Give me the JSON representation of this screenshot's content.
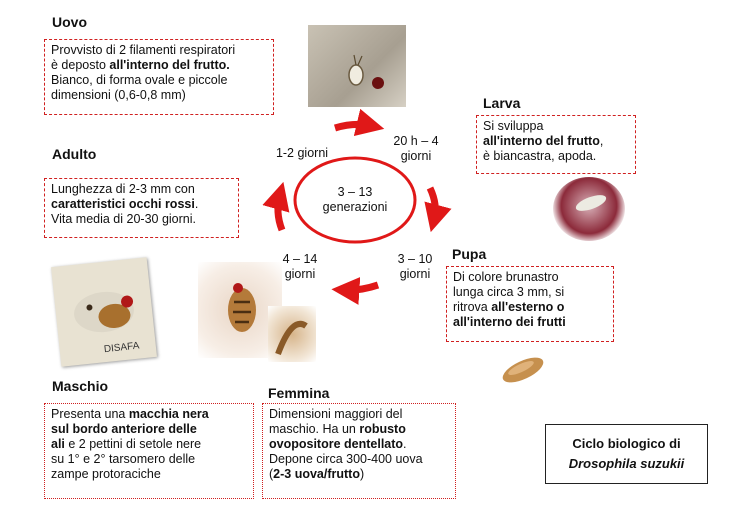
{
  "stages": {
    "egg": {
      "title": "Uovo",
      "line1": "Provvisto di 2 filamenti respiratori",
      "line2_plain": "è deposto ",
      "line2_bold": "all'interno del frutto.",
      "line3": "Bianco, di forma ovale e piccole",
      "line4": "dimensioni  (0,6-0,8 mm)"
    },
    "larva": {
      "title": "Larva",
      "line1": "Si sviluppa",
      "line2_bold": "all'interno del frutto",
      "line2_plain": ",",
      "line3": "è biancastra, apoda."
    },
    "pupa": {
      "title": "Pupa",
      "line1": "Di colore brunastro",
      "line2": "lunga circa 3 mm, si",
      "line3_plain": "ritrova ",
      "line3_bold": "all'esterno o",
      "line4_bold": "all'interno dei frutti"
    },
    "adult": {
      "title": "Adulto",
      "line1": "Lunghezza di 2-3 mm con",
      "line2_bold": "caratteristici occhi rossi",
      "line2_plain": ".",
      "line3": "Vita media di 20-30 giorni."
    },
    "male": {
      "title": "Maschio",
      "line1_plain": "Presenta una ",
      "line1_bold": "macchia nera",
      "line2_bold": "sul bordo anteriore delle",
      "line3_bold": "ali",
      "line3_plain": " e 2 pettini di setole nere",
      "line4": "su 1° e 2° tarsomero delle",
      "line5": "zampe protoraciche"
    },
    "female": {
      "title": "Femmina",
      "line1": "Dimensioni maggiori del",
      "line2_plain": "maschio. Ha un ",
      "line2_bold": "robusto",
      "line3_bold": "ovopositore dentellato",
      "line3_plain": ".",
      "line4": "Depone circa 300-400 uova",
      "line5_open": "(",
      "line5_bold": "2-3 uova/frutto",
      "line5_close": ")"
    }
  },
  "cycle": {
    "center_line1": "3 – 13",
    "center_line2": "generazioni",
    "duration_adult_egg": "1-2 giorni",
    "duration_egg_larva_1": "20 h – 4",
    "duration_egg_larva_2": "giorni",
    "duration_larva_pupa_1": "3 – 10",
    "duration_larva_pupa_2": "giorni",
    "duration_pupa_adult_1": "4 – 14",
    "duration_pupa_adult_2": "giorni"
  },
  "photo_credit": "DISAFA",
  "title": {
    "line1": "Ciclo biologico di",
    "line2": "Drosophila suzukii"
  },
  "colors": {
    "accent": "#e01818",
    "box_border": "#d02020"
  }
}
